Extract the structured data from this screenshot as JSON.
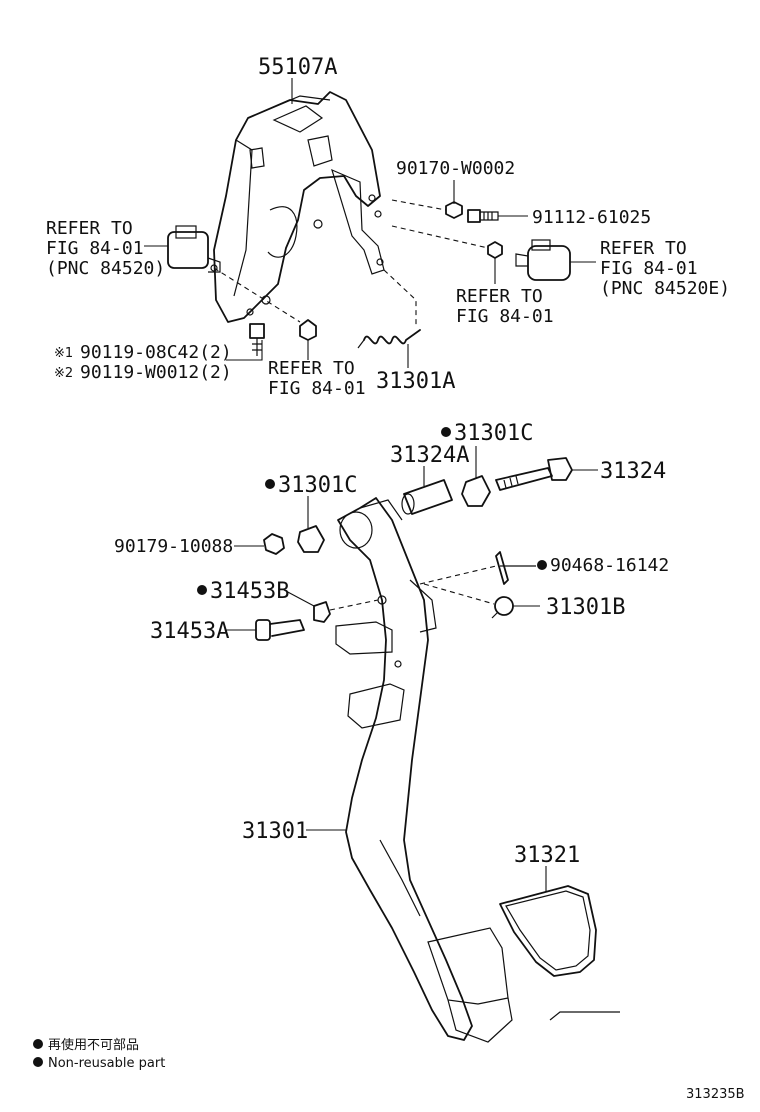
{
  "labels": {
    "p55107a": "55107A",
    "p90170": "90170-W0002",
    "p91112": "91112-61025",
    "refer_left_1": "REFER TO",
    "refer_left_2": "FIG 84-01",
    "refer_left_3": "(PNC 84520)",
    "refer_right_1": "REFER TO",
    "refer_right_2": "FIG 84-01",
    "refer_right_3": "(PNC 84520E)",
    "refer_mid_1": "REFER TO",
    "refer_mid_2": "FIG 84-01",
    "refer_low_1": "REFER TO",
    "refer_low_2": "FIG 84-01",
    "p90119a_mark": "※1",
    "p90119a": "90119-08C42(2)",
    "p90119b_mark": "※2",
    "p90119b": "90119-W0012(2)",
    "p31301a": "31301A",
    "p31301c_top": "31301C",
    "p31324a": "31324A",
    "p31324": "31324",
    "p31301c_left": "31301C",
    "p90179": "90179-10088",
    "p90468": "90468-16142",
    "p31453b": "31453B",
    "p31301b": "31301B",
    "p31453a": "31453A",
    "p31301": "31301",
    "p31321": "31321",
    "diagram_id": "313235B"
  },
  "legend": {
    "jp": "再使用不可部品",
    "en": "Non-reusable part"
  },
  "colors": {
    "line": "#111111",
    "background": "#ffffff"
  }
}
